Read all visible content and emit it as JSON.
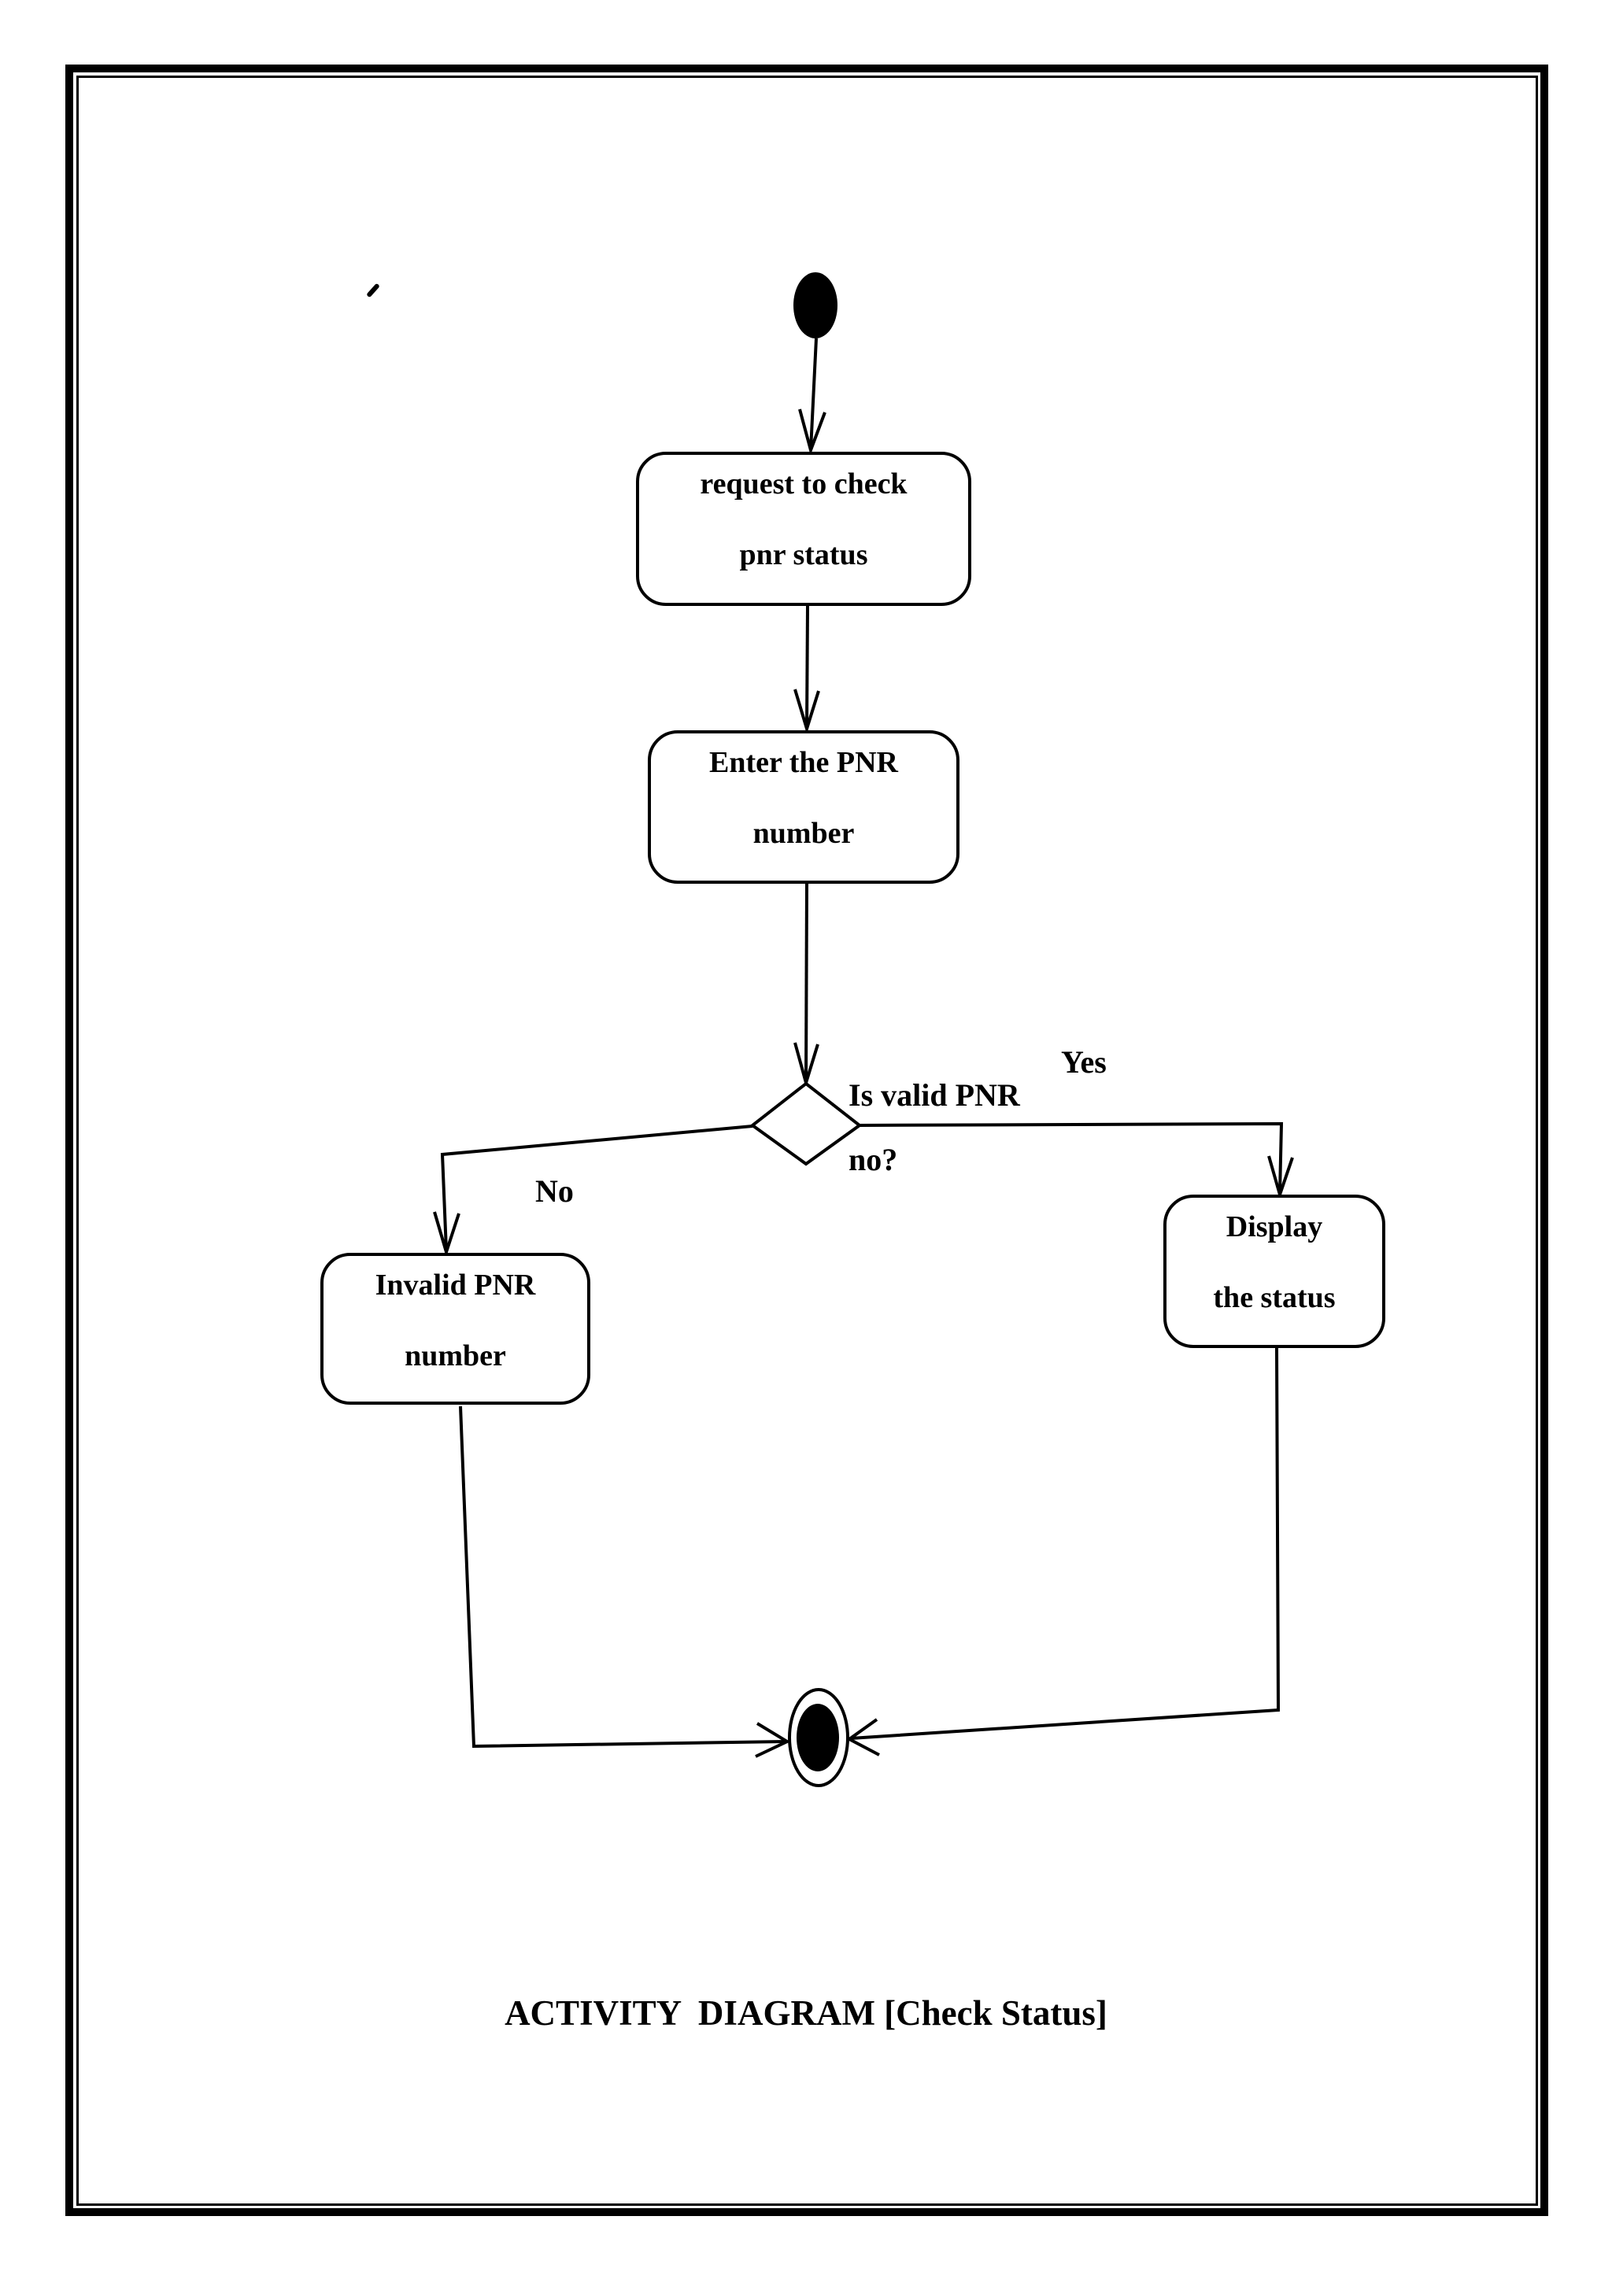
{
  "page": {
    "caption": "ACTIVITY  DIAGRAM [Check Status]"
  },
  "diagram": {
    "activities": [
      {
        "line1": "request to check",
        "line2": "pnr status"
      },
      {
        "line1": "Enter the PNR",
        "line2": "number"
      },
      {
        "line1": "Invalid PNR",
        "line2": "number"
      },
      {
        "line1": "Display",
        "line2": "the status"
      }
    ],
    "decision": {
      "label": "Is valid PNR",
      "sublabel": "no?"
    },
    "edge_labels": {
      "yes": "Yes",
      "no": "No"
    }
  }
}
